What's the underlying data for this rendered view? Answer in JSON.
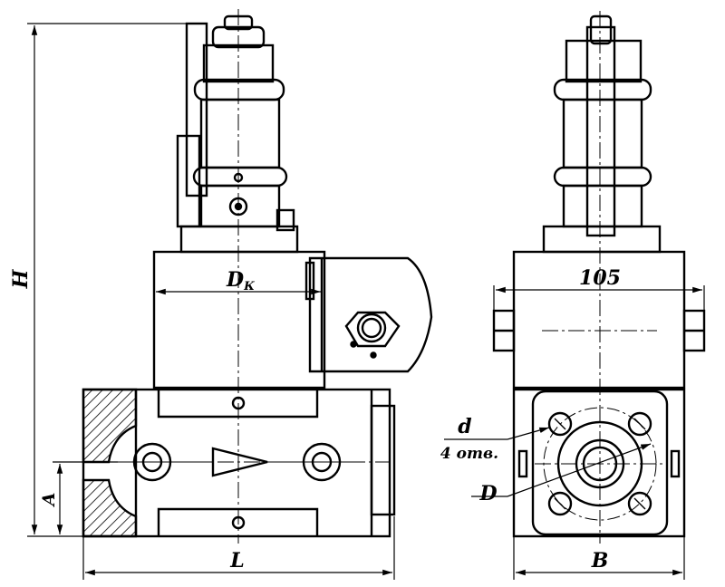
{
  "labels": {
    "height": "H",
    "offset": "A",
    "length": "L",
    "width": "B",
    "bore_main": "D",
    "bore_sub": "К",
    "width_dim": "105",
    "hole_dia": "d",
    "hole_count": "4 отв.",
    "flange_dia": "D"
  }
}
